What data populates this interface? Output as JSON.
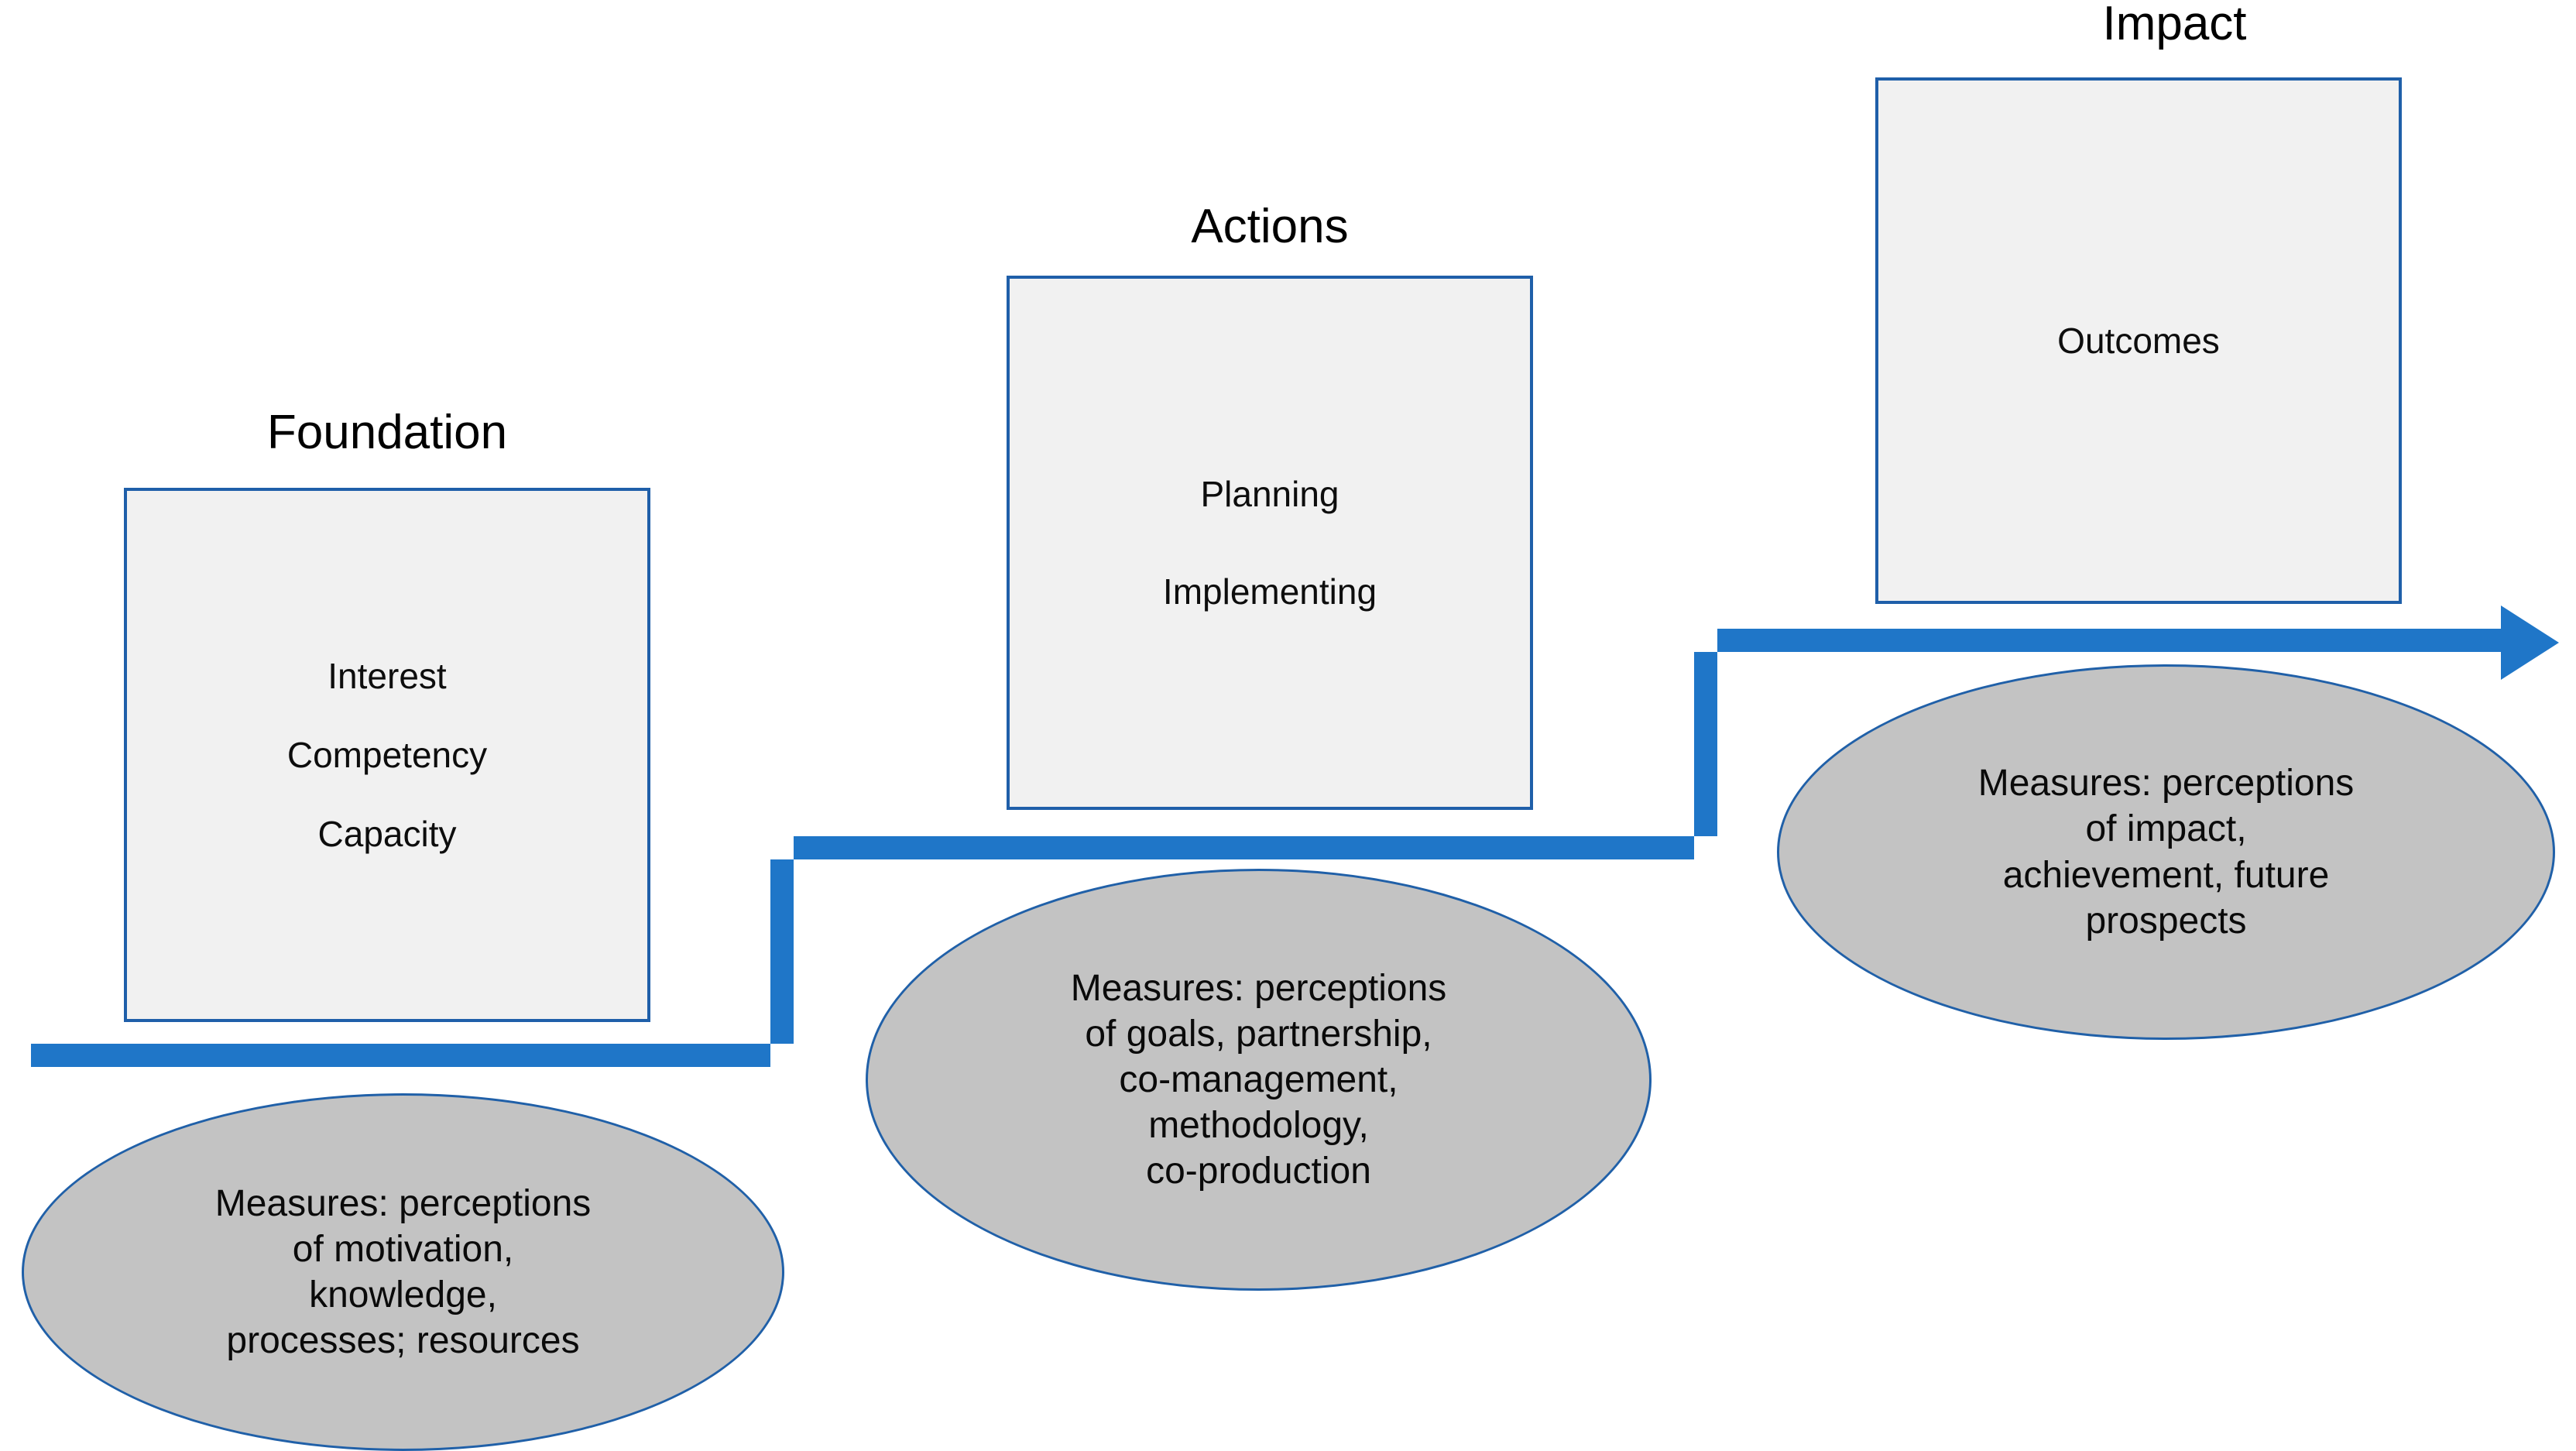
{
  "diagram": {
    "title": "",
    "accent_blue": "#1F76C8",
    "border_blue": "#1F5FA9",
    "ellipse_fill": "#C3C3C3",
    "box_fill": "#F1F1F1",
    "flow_direction": "left-to-right ascending staircase"
  },
  "stages": [
    {
      "title": "Foundation",
      "box_lines": [
        "Interest",
        "Competency",
        "Capacity"
      ],
      "measures": {
        "lines": [
          "Measures:  perceptions",
          "of motivation,",
          "knowledge,",
          "processes;  resources"
        ]
      }
    },
    {
      "title": "Actions",
      "box_lines": [
        "Planning",
        "Implementing"
      ],
      "measures": {
        "lines": [
          "Measures:  perceptions",
          "of goals, partnership,",
          "co-management,",
          "methodology,",
          "co-production"
        ]
      }
    },
    {
      "title": "Impact",
      "box_lines": [
        "Outcomes"
      ],
      "measures": {
        "lines": [
          "Measures: perceptions",
          "of impact,",
          "achievement, future",
          "prospects"
        ]
      }
    }
  ]
}
